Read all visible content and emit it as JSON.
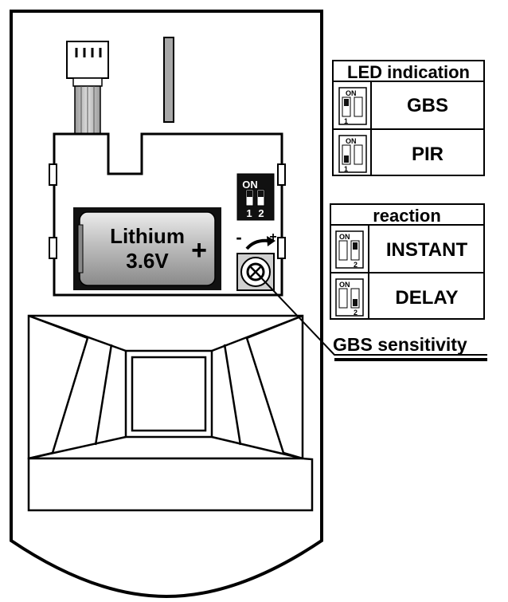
{
  "battery": {
    "label_line1": "Lithium",
    "label_line2": "3.6V",
    "plus_sign": "+"
  },
  "dip_switch": {
    "on_label": "ON",
    "switch_1_label": "1",
    "switch_2_label": "2"
  },
  "potentiometer": {
    "minus_label": "-",
    "plus_label": "+"
  },
  "callout": {
    "label": "GBS sensitivity"
  },
  "led_table": {
    "title": "LED indication",
    "rows": [
      {
        "switch_on_label": "ON",
        "switch_number": "1",
        "switch_state": "on",
        "label": "GBS"
      },
      {
        "switch_on_label": "ON",
        "switch_number": "1",
        "switch_state": "off",
        "label": "PIR"
      }
    ]
  },
  "reaction_table": {
    "title": "reaction",
    "rows": [
      {
        "switch_on_label": "ON",
        "switch_number": "2",
        "switch_state": "on",
        "label": "INSTANT"
      },
      {
        "switch_on_label": "ON",
        "switch_number": "2",
        "switch_state": "off",
        "label": "DELAY"
      }
    ]
  }
}
